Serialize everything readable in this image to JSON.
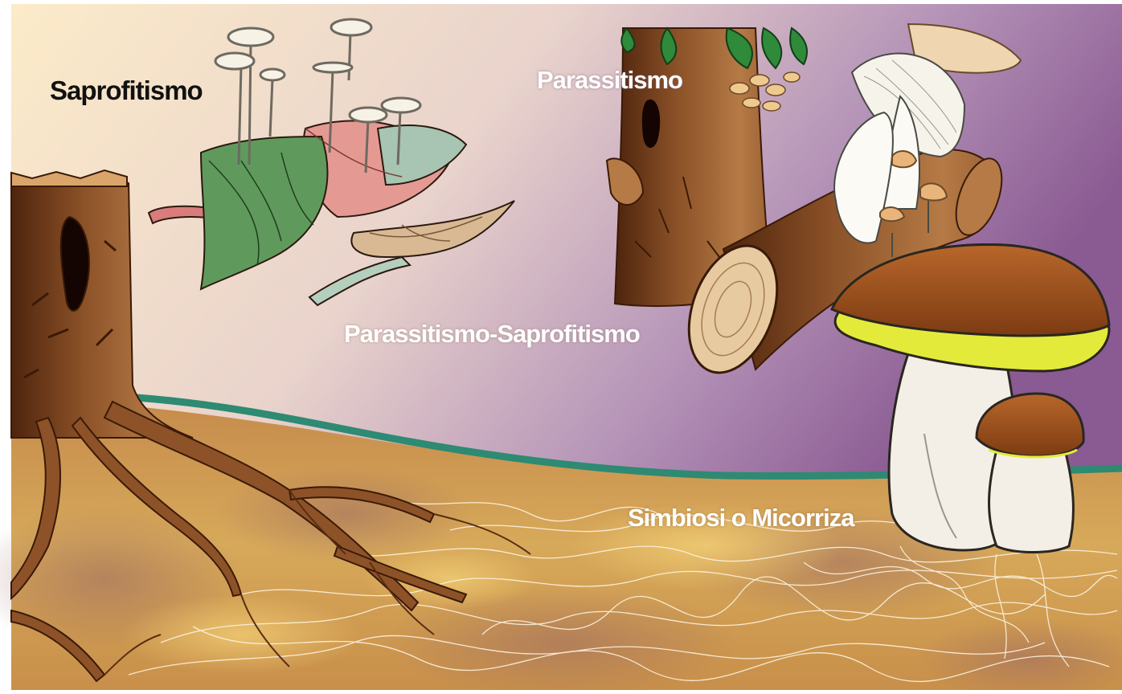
{
  "labels": {
    "saprofitismo": "Saprofitismo",
    "parassitismo": "Parassitismo",
    "parassitismo_saprofitismo": "Parassitismo-Saprofitismo",
    "simbiosi": "Simbiosi o Micorriza"
  },
  "colors": {
    "sky_left": "#fbe6c8",
    "sky_right": "#8f5f95",
    "soil": "#c99450",
    "soil_dark": "#a0683f",
    "grass_strip": "#2e8a72",
    "bark": "#8a4f26",
    "bark_dark": "#5a2e12",
    "cap_brown": "#9b4f1c",
    "pore_yellow": "#e4ea3a",
    "stem_white": "#f3efe6"
  }
}
